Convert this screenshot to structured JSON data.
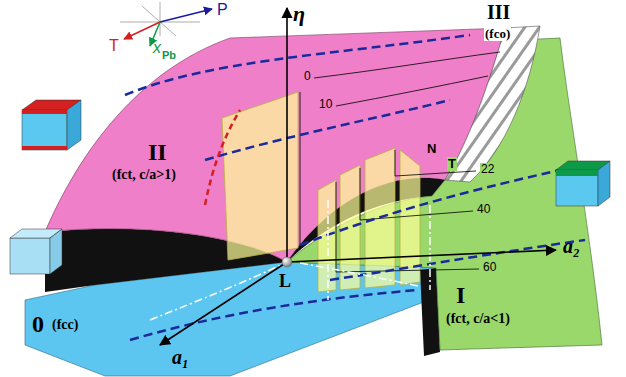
{
  "diagram": {
    "labels": [
      "η",
      "a₂",
      "a₁",
      "P",
      "T",
      "x",
      "Pb",
      "III",
      "(fco)",
      "II",
      "(fct, c/a>1)",
      "N",
      "T",
      "0",
      "10",
      "22",
      "40",
      "60",
      "I",
      "(fct, c/a<1)",
      "0",
      "(fcc)",
      "L"
    ]
  }
}
